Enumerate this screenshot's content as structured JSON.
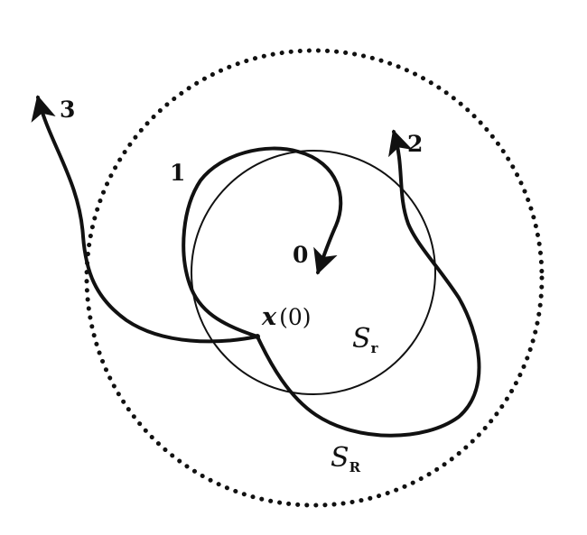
{
  "figure": {
    "trajectory_labels": {
      "t1": "1",
      "t2": "2",
      "t3": "3",
      "t0": "0"
    },
    "point_label": {
      "symbol": "x",
      "argument": "(0)"
    },
    "inner_region": {
      "symbol": "S",
      "subscript": "r"
    },
    "outer_region": {
      "symbol": "S",
      "subscript": "R"
    },
    "colors": {
      "ink": "#111111",
      "background": "#ffffff"
    },
    "outer_circle_style": "dotted",
    "inner_circle_style": "solid-thin"
  }
}
